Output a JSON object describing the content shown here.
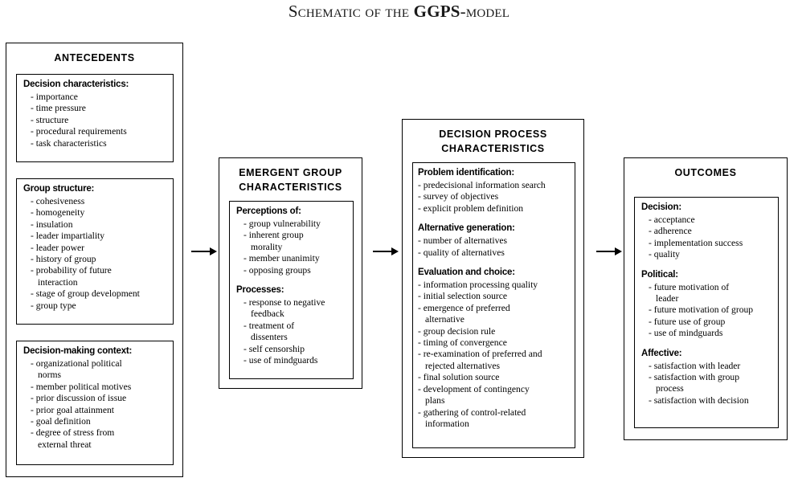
{
  "title": {
    "prefix": "Schematic of the ",
    "model": "GGPS",
    "suffix": "-model",
    "full": "Schematic of the GGPS-model"
  },
  "stages": [
    {
      "id": "antecedents",
      "title": "ANTECEDENTS",
      "panels": [
        {
          "id": "decision-characteristics",
          "sections": [
            {
              "head": "Decision characteristics:",
              "items": [
                "importance",
                "time pressure",
                "structure",
                "procedural requirements",
                "task characteristics"
              ]
            }
          ]
        },
        {
          "id": "group-structure",
          "sections": [
            {
              "head": "Group structure:",
              "items": [
                "cohesiveness",
                "homogeneity",
                "insulation",
                "leader impartiality",
                "leader power",
                "history of group",
                "probability of future\ninteraction",
                "stage of group development",
                "group type"
              ]
            }
          ]
        },
        {
          "id": "decision-making-context",
          "sections": [
            {
              "head": "Decision-making context:",
              "items": [
                "organizational political\nnorms",
                "member political motives",
                "prior discussion of issue",
                "prior goal attainment",
                "goal definition",
                "degree of stress from\nexternal threat"
              ]
            }
          ]
        }
      ]
    },
    {
      "id": "emergent-group-characteristics",
      "title": "EMERGENT GROUP\nCHARACTERISTICS",
      "title_line1": "EMERGENT GROUP",
      "title_line2": "CHARACTERISTICS",
      "panels": [
        {
          "id": "emergent-panel",
          "sections": [
            {
              "head": "Perceptions of:",
              "items": [
                "group vulnerability",
                "inherent group\nmorality",
                "member unanimity",
                "opposing groups"
              ]
            },
            {
              "head": "Processes:",
              "items": [
                "response to negative\nfeedback",
                "treatment of\ndissenters",
                "self censorship",
                "use of mindguards"
              ]
            }
          ]
        }
      ]
    },
    {
      "id": "decision-process-characteristics",
      "title": "DECISION PROCESS\nCHARACTERISTICS",
      "title_line1": "DECISION PROCESS",
      "title_line2": "CHARACTERISTICS",
      "panels": [
        {
          "id": "decision-process-panel",
          "sections": [
            {
              "head": "Problem identification:",
              "items": [
                "predecisional information search",
                "survey of objectives",
                "explicit problem definition"
              ]
            },
            {
              "head": "Alternative generation:",
              "items": [
                "number of alternatives",
                "quality of alternatives"
              ]
            },
            {
              "head": "Evaluation and choice:",
              "items": [
                "information processing quality",
                "initial selection source",
                "emergence of preferred\nalternative",
                "group decision rule",
                "timing of convergence",
                "re-examination of preferred and\nrejected alternatives",
                "final solution source",
                "development of contingency\nplans",
                "gathering of control-related\ninformation"
              ]
            }
          ]
        }
      ]
    },
    {
      "id": "outcomes",
      "title": "OUTCOMES",
      "panels": [
        {
          "id": "outcomes-panel",
          "sections": [
            {
              "head": "Decision:",
              "items": [
                "acceptance",
                "adherence",
                "implementation success",
                "quality"
              ]
            },
            {
              "head": "Political:",
              "items": [
                "future motivation of\nleader",
                "future motivation of group",
                "future use of group",
                "use of mindguards"
              ]
            },
            {
              "head": "Affective:",
              "items": [
                "satisfaction with leader",
                "satisfaction with group\nprocess",
                "satisfaction with decision"
              ]
            }
          ]
        }
      ]
    }
  ],
  "arrows": [
    {
      "id": "arrow-antecedents-to-emergent",
      "label": "flow-arrow"
    },
    {
      "id": "arrow-emergent-to-process",
      "label": "flow-arrow"
    },
    {
      "id": "arrow-process-to-outcomes",
      "label": "flow-arrow"
    }
  ],
  "colors": {
    "ink": "#000000",
    "background": "#ffffff",
    "title": "#1a1a1a"
  }
}
